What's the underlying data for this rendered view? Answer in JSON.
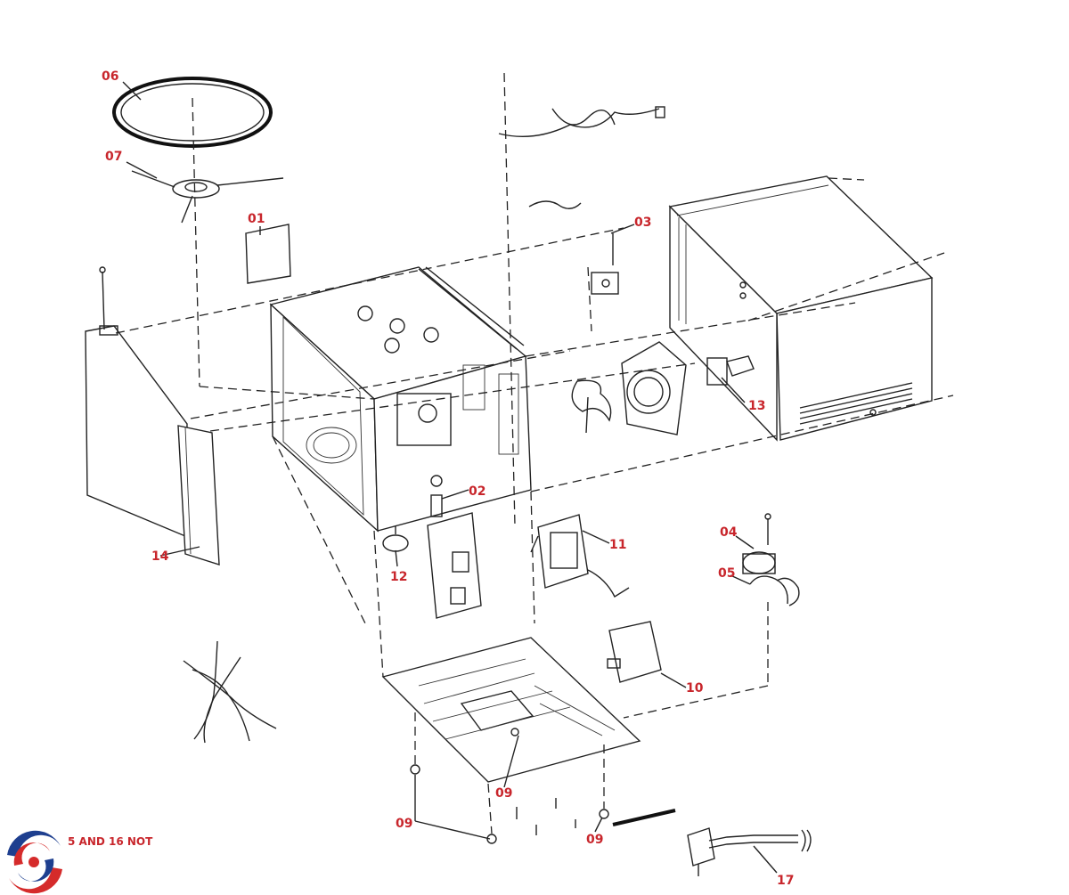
{
  "parts": {
    "p01": "01",
    "p02": "02",
    "p03": "03",
    "p04": "04",
    "p05": "05",
    "p06": "06",
    "p07": "07",
    "p09a": "09",
    "p09b": "09",
    "p09c": "09",
    "p10": "10",
    "p11": "11",
    "p12": "12",
    "p13": "13",
    "p14": "14",
    "p17": "17"
  },
  "note": "5 AND 16 NOT",
  "colors": {
    "label_red": "#c8262c",
    "line": "#222222",
    "logo_red": "#d52b2b",
    "logo_blue": "#1e3f8f"
  },
  "icons": {
    "logo": "brand-swirl-logo"
  }
}
